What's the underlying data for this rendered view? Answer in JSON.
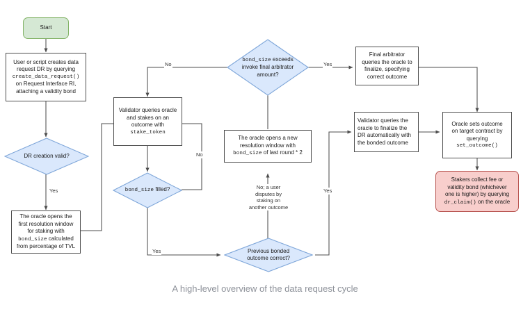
{
  "caption": "A high-level overview of the data request cycle",
  "theme": {
    "background": "#ffffff",
    "process_fill": "#ffffff",
    "process_stroke": "#4d4d4d",
    "decision_fill": "#dae8fc",
    "decision_stroke": "#7ea6d9",
    "start_fill": "#d5e8d4",
    "start_stroke": "#82b366",
    "end_fill": "#f8cecc",
    "end_stroke": "#b85450",
    "edge_stroke": "#4d4d4d",
    "caption_color": "#8d9199"
  },
  "nodes": {
    "start": {
      "label": "Start",
      "type": "terminator"
    },
    "create_request": {
      "line1": "User or script creates data",
      "line2": "request DR by querying",
      "code": "create_data_request()",
      "line3": "on Request Interface RI,",
      "line4": "attaching a validity bond",
      "type": "process"
    },
    "dr_valid": {
      "label": "DR creation valid?",
      "type": "decision"
    },
    "first_window": {
      "line1": "The oracle opens the",
      "line2": "first resolution window",
      "line3": "for staking with",
      "code": "bond_size",
      "line4": " calculated",
      "line5": "from percentage of TVL",
      "type": "process"
    },
    "validator_stakes": {
      "line1": "Validator queries oracle",
      "line2": "and stakes on an",
      "line3": "outcome with",
      "code": "stake_token",
      "type": "process"
    },
    "bond_filled": {
      "code": "bond_size",
      "label": " filled?",
      "type": "decision"
    },
    "bond_exceeds": {
      "code": "bond_size",
      "line1": " exceeds",
      "line2": "invoke final arbitrator",
      "line3": "amount?",
      "type": "decision"
    },
    "new_window": {
      "line1": "The oracle opens a new",
      "line2": "resolution window with",
      "code": "bond_size",
      "line3": " of last round * 2",
      "type": "process"
    },
    "prev_bonded": {
      "line1": "Previous bonded",
      "line2": "outcome correct?",
      "type": "decision"
    },
    "final_arbitrator": {
      "line1": "Final arbitrator",
      "line2": "queries the oracle to",
      "line3": "finalize, specifying",
      "line4": "correct outcome",
      "type": "process"
    },
    "validator_finalize": {
      "line1": "Validator queries the",
      "line2": "oracle to finalize the",
      "line3": "DR automatically with",
      "line4": "the bonded outcome",
      "type": "process"
    },
    "set_outcome": {
      "line1": "Oracle sets outcome",
      "line2": "on target contract by",
      "line3": "querying",
      "code": "set_outcome()",
      "type": "process"
    },
    "stakers_collect": {
      "line1": "Stakers collect fee or",
      "line2": "validity bond (whichever",
      "line3": "one is higher) by querying",
      "code": "dr_claim()",
      "line4": " on the oracle",
      "type": "terminator"
    }
  },
  "edge_labels": {
    "dr_valid_yes": "Yes",
    "bond_filled_no": "No",
    "bond_filled_yes": "Yes",
    "bond_exceeds_no": "No",
    "bond_exceeds_yes": "Yes",
    "prev_bonded_yes": "Yes",
    "prev_bonded_no_line1": "No; a user",
    "prev_bonded_no_line2": "disputes by",
    "prev_bonded_no_line3": "staking on",
    "prev_bonded_no_line4": "another outcome"
  }
}
